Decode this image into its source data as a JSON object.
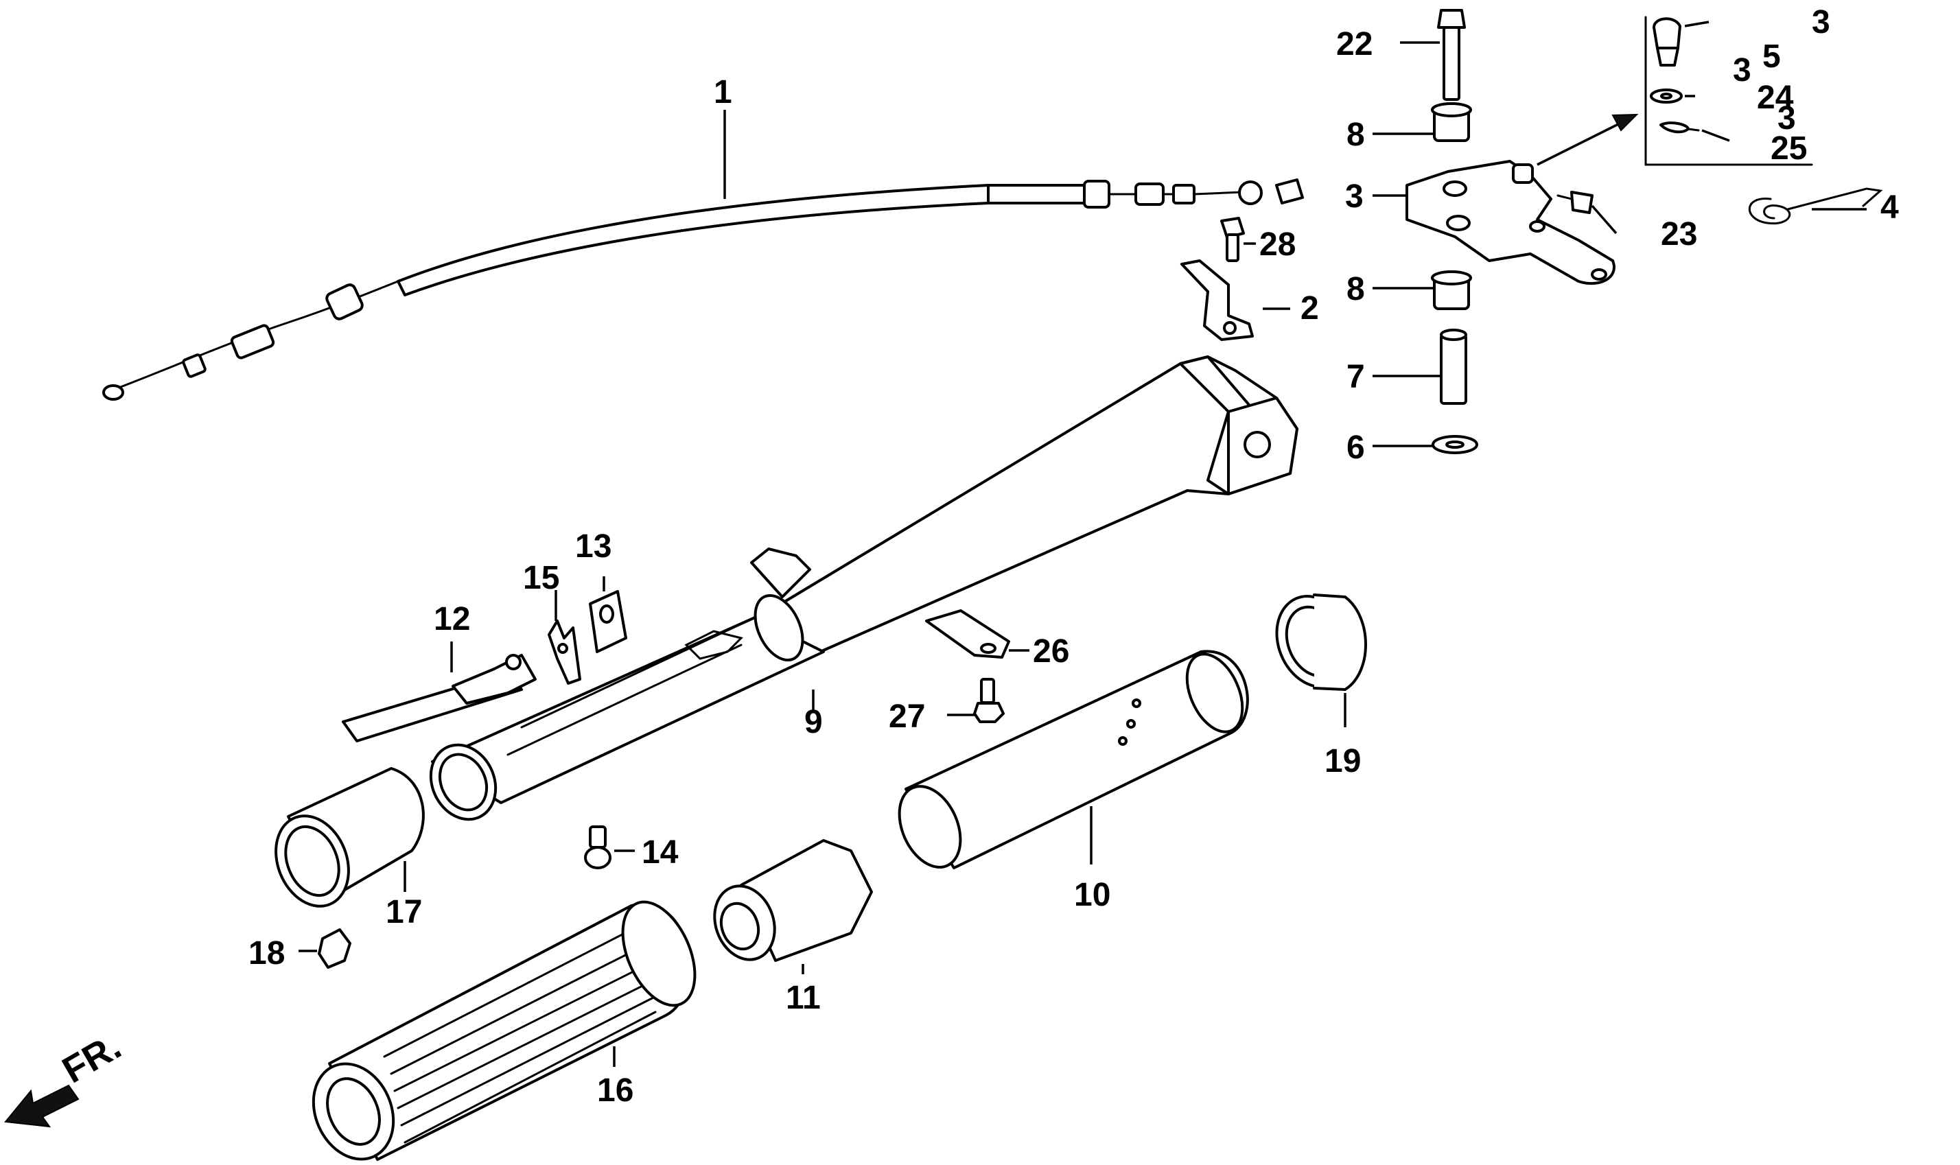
{
  "diagram": {
    "callouts": {
      "c1": "1",
      "c2": "2",
      "c3a": "3",
      "c3b": "3",
      "c3c": "3",
      "c3d": "3",
      "c4": "4",
      "c5": "5",
      "c6": "6",
      "c7": "7",
      "c8a": "8",
      "c8b": "8",
      "c9": "9",
      "c10": "10",
      "c11": "11",
      "c12": "12",
      "c13": "13",
      "c14": "14",
      "c15": "15",
      "c16": "16",
      "c17": "17",
      "c18": "18",
      "c19": "19",
      "c22": "22",
      "c23": "23",
      "c24": "24",
      "c25": "25",
      "c26": "26",
      "c27": "27",
      "c28": "28"
    },
    "front_indicator": "FR."
  }
}
